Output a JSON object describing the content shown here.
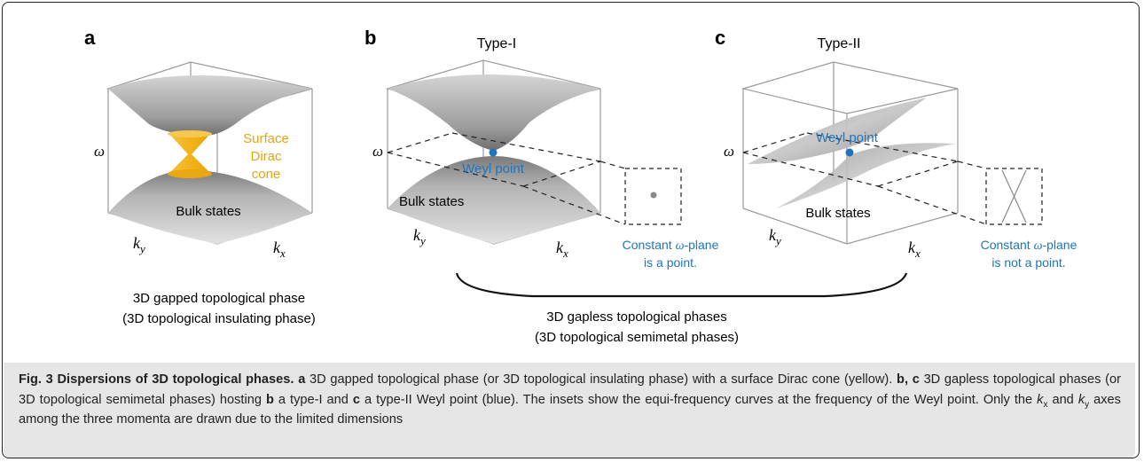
{
  "panels": {
    "a": {
      "letter": "a",
      "omega_label": "ω",
      "surface_label": [
        "Surface",
        "Dirac",
        "cone"
      ],
      "bulk_label": "Bulk states",
      "ky": {
        "base": "k",
        "sub": "y"
      },
      "kx": {
        "base": "k",
        "sub": "x"
      },
      "phase_label": [
        "3D gapped topological phase",
        "(3D topological insulating phase)"
      ]
    },
    "b": {
      "letter": "b",
      "title": "Type-I",
      "omega_label": "ω",
      "weyl_label": "Weyl point",
      "bulk_label": "Bulk states",
      "ky": {
        "base": "k",
        "sub": "y"
      },
      "kx": {
        "base": "k",
        "sub": "x"
      },
      "inset_note": [
        "Constant ",
        "ω",
        "-plane",
        "is a point."
      ]
    },
    "c": {
      "letter": "c",
      "title": "Type-II",
      "omega_label": "ω",
      "weyl_label": "Weyl point",
      "bulk_label": "Bulk states",
      "ky": {
        "base": "k",
        "sub": "y"
      },
      "kx": {
        "base": "k",
        "sub": "x"
      },
      "inset_note": [
        "Constant ",
        "ω",
        "-plane",
        "is not a point."
      ]
    },
    "gapless_label": [
      "3D gapless topological phases",
      "(3D topological semimetal phases)"
    ]
  },
  "caption": {
    "fig_label": "Fig. 3",
    "title": "Dispersions of 3D topological phases.",
    "part_a_letter": "a",
    "part_a_text": "3D gapped topological phase (or 3D topological insulating phase) with a surface Dirac cone (yellow).",
    "part_bc_letters": "b, c",
    "part_bc_text": "3D gapless topological phases (or 3D topological semimetal phases) hosting",
    "b_letter": "b",
    "b_text": "a type-I and",
    "c_letter": "c",
    "c_text": "a type-II Weyl point (blue). The insets show the equi-frequency curves at the frequency of the Weyl point. Only the",
    "kx_base": "k",
    "kx_sub": "x",
    "and_word": "and",
    "ky_base": "k",
    "ky_sub": "y",
    "tail_text": "axes among the three momenta are drawn due to the limited dimensions"
  },
  "colors": {
    "weyl_blue": "#1f74bd",
    "dirac_yellow": "#f2b418",
    "box_line": "#9a9a9a",
    "caption_bg": "#e6e6e6"
  }
}
